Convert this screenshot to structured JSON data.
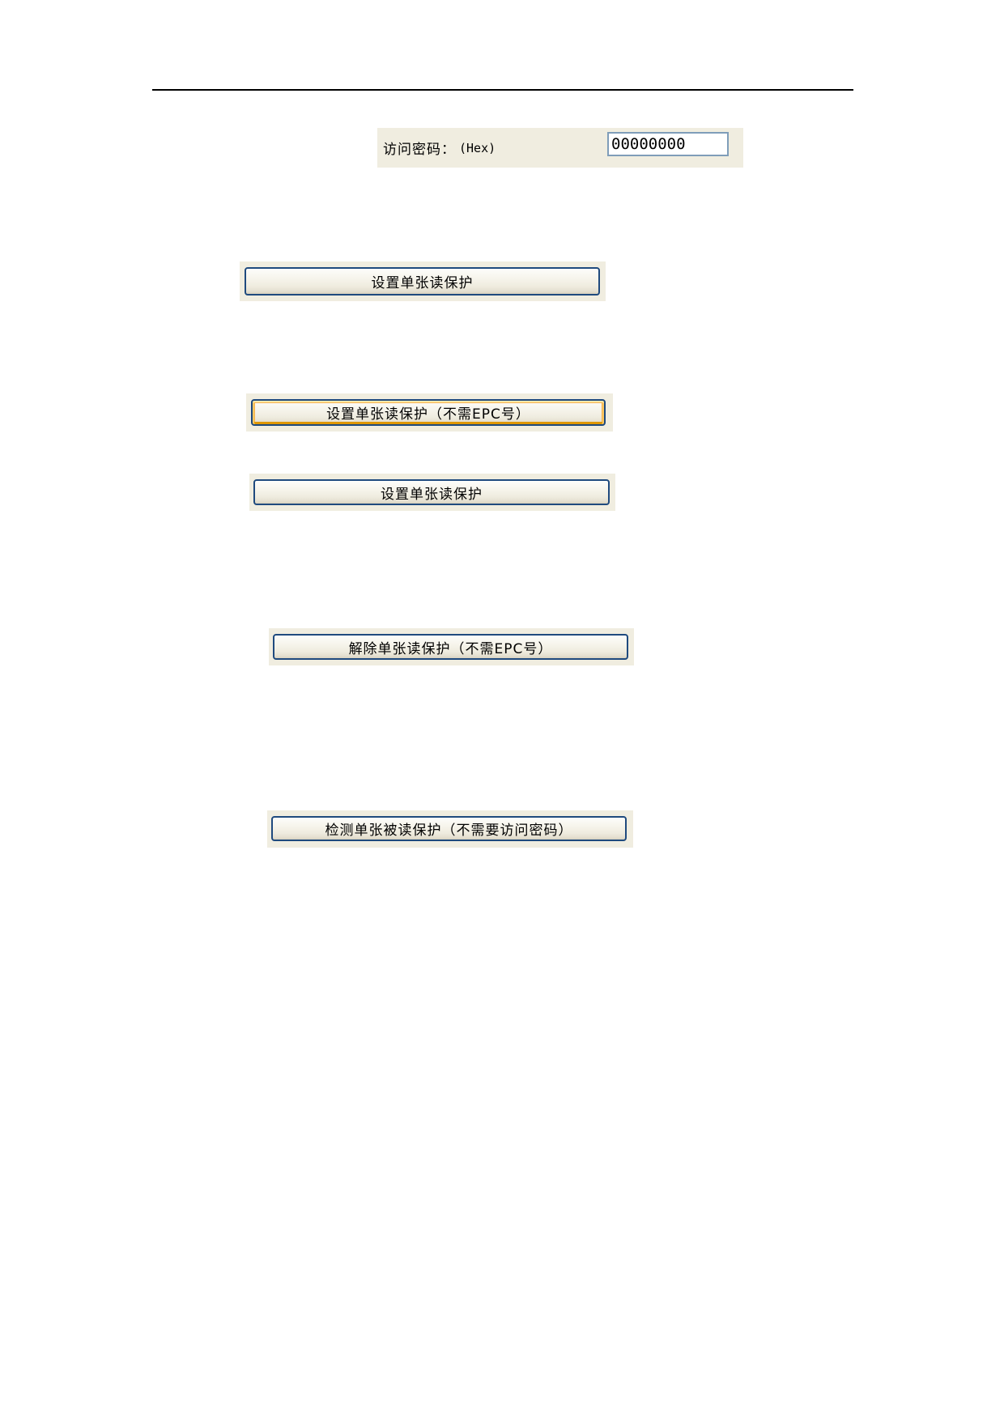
{
  "access_password": {
    "label": "访问密码：",
    "format_hint": "(Hex)",
    "value": "00000000"
  },
  "buttons": [
    {
      "label": "设置单张读保护",
      "state": "normal"
    },
    {
      "label": "设置单张读保护（不需EPC号）",
      "state": "focused"
    },
    {
      "label": "设置单张读保护",
      "state": "normal"
    },
    {
      "label": "解除单张读保护（不需EPC号）",
      "state": "normal"
    },
    {
      "label": "检测单张被读保护（不需要访问密码）",
      "state": "normal"
    }
  ],
  "colors": {
    "panel_background": "#F0EDE0",
    "button_border": "#1F4A7E",
    "button_focus_ring": "#F6B24F",
    "input_border": "#7F9DB9",
    "rule_color": "#000000"
  }
}
